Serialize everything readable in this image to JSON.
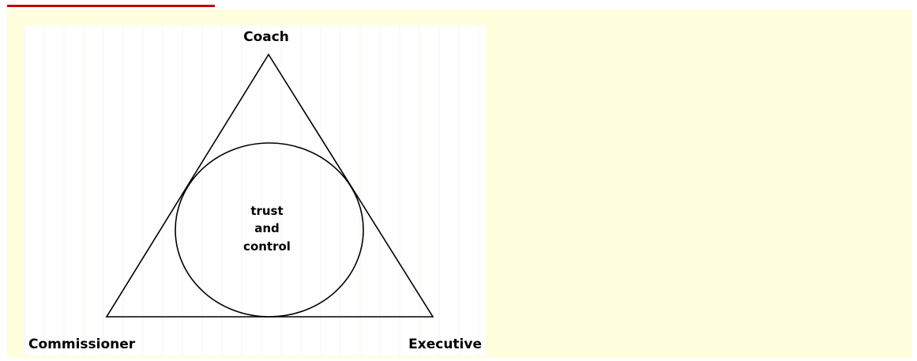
{
  "diagram": {
    "vertices": {
      "top": "Coach",
      "bottom_left": "Commissioner",
      "bottom_right": "Executive"
    },
    "center_text": [
      "trust",
      "and",
      "control"
    ]
  },
  "colors": {
    "accent_rule": "#c00000",
    "panel_background": "#ffffde",
    "figure_background": "#ffffff",
    "stroke": "#000000"
  }
}
